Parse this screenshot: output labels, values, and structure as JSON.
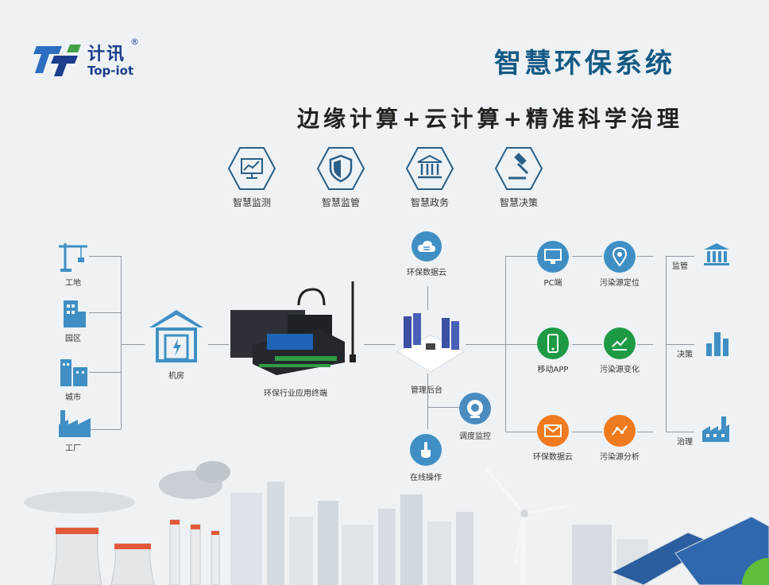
{
  "brand": {
    "name_cn": "计讯",
    "name_en": "Top-iot",
    "reg": "®"
  },
  "header": {
    "title": "智慧环保系统",
    "subtitle": "边缘计算+云计算+精准科学治理"
  },
  "features": [
    {
      "label": "智慧监测",
      "icon": "monitor-chart-icon"
    },
    {
      "label": "智慧监管",
      "icon": "shield-icon"
    },
    {
      "label": "智慧政务",
      "icon": "government-building-icon"
    },
    {
      "label": "智慧决策",
      "icon": "gavel-icon"
    }
  ],
  "sources": [
    {
      "label": "工地",
      "icon": "crane-icon"
    },
    {
      "label": "园区",
      "icon": "park-building-icon"
    },
    {
      "label": "城市",
      "icon": "city-icon"
    },
    {
      "label": "工厂",
      "icon": "factory-icon"
    }
  ],
  "machine_room": {
    "label": "机房"
  },
  "terminal": {
    "label": "环保行业应用终端"
  },
  "backend": {
    "label": "管理后台",
    "cloud_label": "环保数据云",
    "schedule_label": "调度监控",
    "online_label": "在线操作"
  },
  "apps": [
    {
      "label": "PC端",
      "color": "#3f8fc4",
      "icon": "pc-icon"
    },
    {
      "label": "移动APP",
      "color": "#1e9a45",
      "icon": "mobile-icon"
    },
    {
      "label": "环保数据云",
      "color": "#f07a1e",
      "icon": "mail-icon"
    }
  ],
  "pollution": [
    {
      "label": "污染源定位",
      "color": "#3f8fc4",
      "icon": "location-pin-icon"
    },
    {
      "label": "污染源变化",
      "color": "#1e9a45",
      "icon": "trend-icon"
    },
    {
      "label": "污染源分析",
      "color": "#f07a1e",
      "icon": "analysis-icon"
    }
  ],
  "outcomes": [
    {
      "label": "监管",
      "icon": "bank-icon"
    },
    {
      "label": "决策",
      "icon": "bar-chart-icon"
    },
    {
      "label": "治理",
      "icon": "factory-outline-icon"
    }
  ],
  "colors": {
    "title": "#155a84",
    "brand": "#1b3d8c",
    "accent_blue": "#3f8fc4",
    "accent_green": "#1e9a45",
    "accent_orange": "#f07a1e"
  }
}
